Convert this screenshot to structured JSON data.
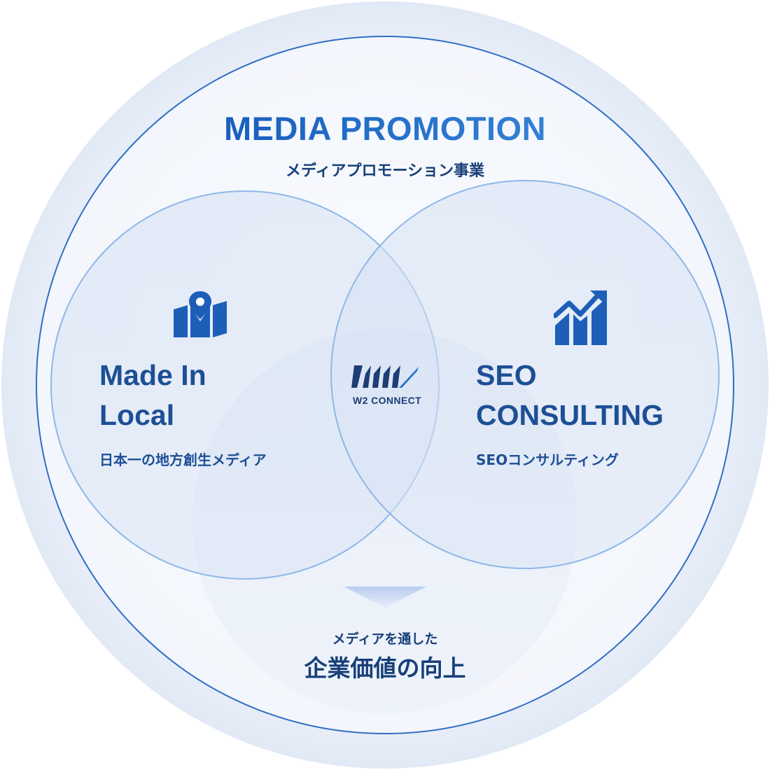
{
  "header": {
    "title": "MEDIA PROMOTION",
    "subtitle": "メディアプロモーション事業"
  },
  "left_circle": {
    "title_line1": "Made In",
    "title_line2": "Local",
    "description": "日本一の地方創生メディア",
    "icon": "map-pin-icon"
  },
  "right_circle": {
    "title_line1": "SEO",
    "title_line2": "CONSULTING",
    "description": "SEOコンサルティング",
    "icon": "growth-chart-icon"
  },
  "center_logo": {
    "text": "W2 CONNECT"
  },
  "outcome": {
    "small_text": "メディアを通した",
    "large_text": "企業価値の向上"
  },
  "colors": {
    "primary": "#1d4f95",
    "accent": "#1565c0",
    "icon": "#1d5fb8",
    "outer_ring": "#2f6fc4",
    "circle_stroke": "#8eb7e8",
    "background_halo": "#e6edf8"
  }
}
